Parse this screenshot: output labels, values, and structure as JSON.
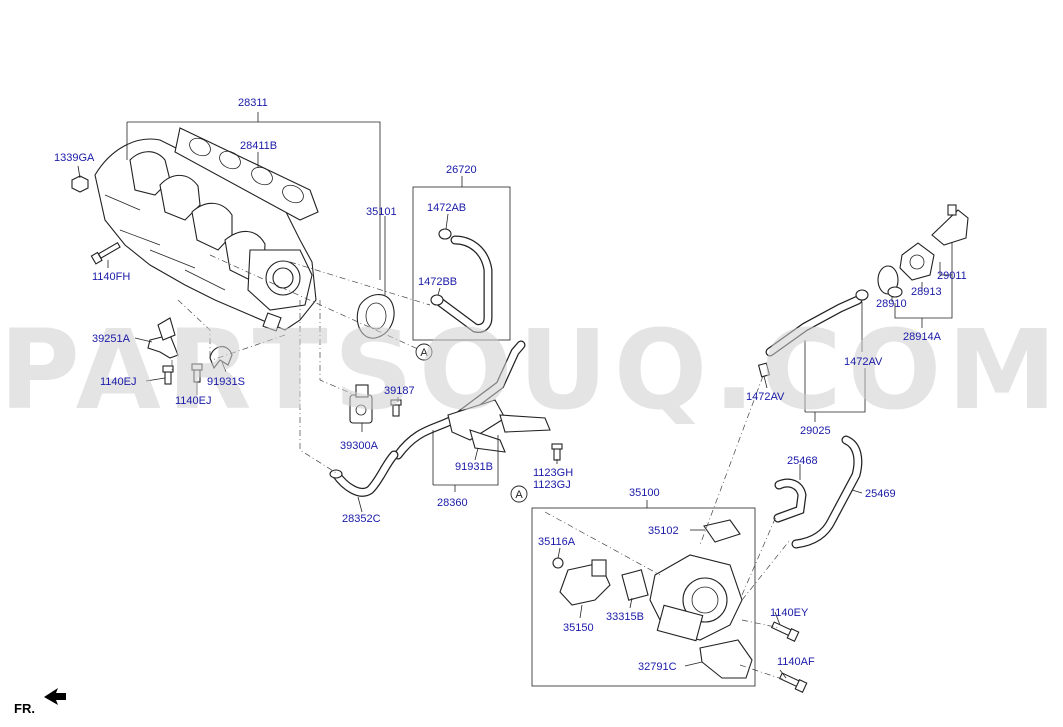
{
  "watermark": "PARTSOUQ.COM",
  "orientation_label": "FR.",
  "callouts": {
    "a": "28311",
    "b": "1339GA",
    "c": "28411B",
    "d": "26720",
    "e": "35101",
    "f": "1472AB",
    "g": "1140FH",
    "h": "1472BB",
    "i": "29011",
    "j": "28913",
    "k": "28910",
    "l": "28914A",
    "m": "39251A",
    "n": "1472AV",
    "o": "1140EJ",
    "p": "91931S",
    "q": "1140EJ",
    "r": "39187",
    "s": "1472AV",
    "t": "39300A",
    "u": "29025",
    "v": "91931B",
    "w": "1123GH",
    "x": "1123GJ",
    "y": "25468",
    "z": "28360",
    "aa": "35100",
    "ab": "25469",
    "ac": "28352C",
    "ad": "35102",
    "ae": "35116A",
    "af": "33315B",
    "ag": "1140EY",
    "ah": "35150",
    "ai": "32791C",
    "aj": "1140AF"
  },
  "ref_markers": {
    "upper": "A",
    "lower": "A"
  }
}
